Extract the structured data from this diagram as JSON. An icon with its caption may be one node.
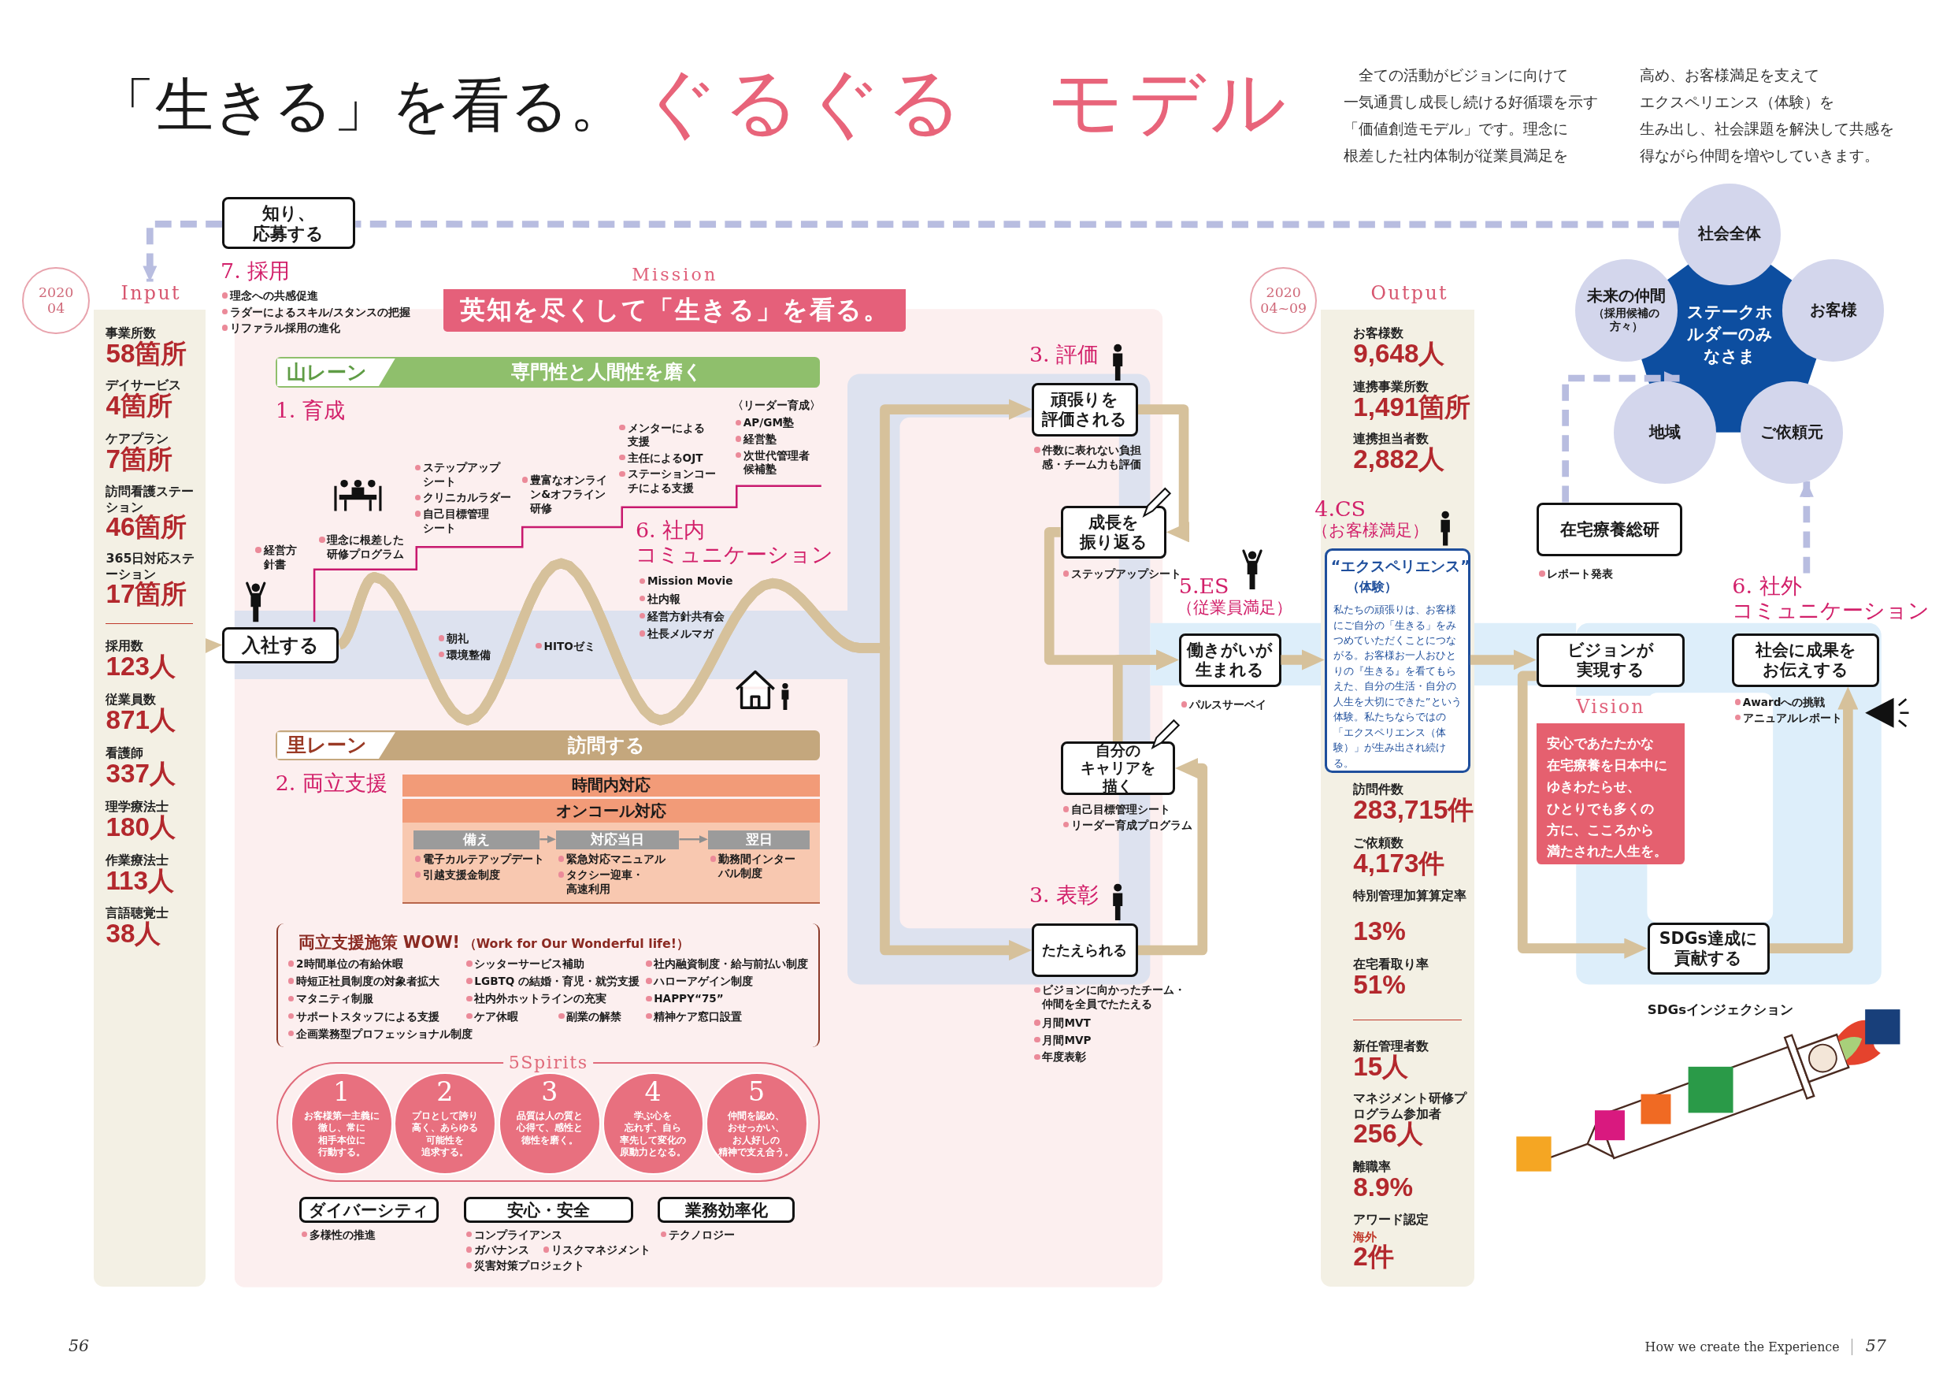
{
  "diagram": {
    "title": "「生きる」を看る。",
    "nodes": [
      {
        "text": [
          "知り、応募する"
        ]
      },
      {
        "text": [
          "Input",
          "事業所数",
          "58箇所",
          "デイサービス",
          "4箇所",
          "ケアプラン",
          "7箇所",
          "訪問看護ステーション",
          "46箇所",
          "365日対応ステーション",
          "17箇所",
          "採用数",
          "123人",
          "従業員数",
          "871人",
          "看護師",
          "337人",
          "理学療法士",
          "180人",
          "作業療法士",
          "113人",
          "言語聴覚士",
          "38人"
        ]
      },
      {
        "text": [
          "2020 04"
        ]
      },
      {
        "text": [
          "Mission",
          "英知を尽くして「生きる」を看る。"
        ]
      },
      {
        "text": [
          "山レーン",
          "専門性と人間性を磨く"
        ]
      },
      {
        "text": [
          "里レーン",
          "訪問する"
        ]
      },
      {
        "text": [
          "時間内対応"
        ]
      },
      {
        "text": [
          "オンコール対応"
        ]
      },
      {
        "text": [
          "備え"
        ],
        "in": 7,
        "beside": [
          "電子カルテアップデート",
          "引越支援金制度"
        ]
      },
      {
        "text": [
          "対応当日"
        ],
        "in": 7,
        "beside": [
          "緊急対応マニュアル",
          "タクシー迎車・高速利用"
        ]
      },
      {
        "text": [
          "翌日"
        ],
        "in": 7,
        "beside": [
          "勤務間インターバル制度"
        ]
      },
      {
        "text": [
          "両立支援施策 WOW!",
          "（Work for Our Wonderful life!）",
          "2時間単位の有給休暇",
          "時短正社員制度の対象者拡大",
          "マタニティ制服",
          "サポートスタッフによる支援",
          "企画業務型プロフェッショナル制度",
          "シッターサービス補助",
          "LGBTQ の結婚・育児・就労支援",
          "社内外ホットラインの充実",
          "ケア休暇",
          "副業の解禁",
          "社内融資制度・給与前払い制度",
          "ハローアゲイン制度",
          "HAPPY“75”",
          "精神ケア窓口設置"
        ]
      },
      {
        "text": [
          "5Spirits"
        ]
      },
      {
        "text": [
          "1",
          "お客様第一主義に徹し、常に相手本位に行動する。"
        ],
        "in": 12
      },
      {
        "text": [
          "2",
          "プロとして誇り高く、あらゆる可能性を追求する。"
        ],
        "in": 12
      },
      {
        "text": [
          "3",
          "品質は人の質と心得て、感性と徳性を磨く。"
        ],
        "in": 12
      },
      {
        "text": [
          "4",
          "学ぶ心を忘れず、自ら率先して変化の原動力となる。"
        ],
        "in": 12
      },
      {
        "text": [
          "5",
          "仲間を認め、おせっかい、お人好しの精神で支え合う。"
        ],
        "in": 12
      },
      {
        "text": [
          "ダイバーシティ"
        ],
        "beside": [
          "多様性の推進"
        ]
      },
      {
        "text": [
          "安心・安全"
        ],
        "beside": [
          "コンプライアンス",
          "ガバナンス",
          "リスクマネジメント",
          "災害対策プロジェクト"
        ]
      },
      {
        "text": [
          "業務効率化"
        ],
        "beside": [
          "テクノロジー"
        ]
      },
      {
        "text": [
          "入社する"
        ]
      },
      {
        "text": [
          "頑張りを評価される"
        ],
        "beside": [
          "件数に表れない負担感・チーム力も評価"
        ]
      },
      {
        "text": [
          "成長を振り返る"
        ],
        "beside": [
          "ステップアップシート"
        ]
      },
      {
        "text": [
          "自分のキャリアを描く"
        ],
        "beside": [
          "自己目標管理シート",
          "リーダー育成プログラム"
        ]
      },
      {
        "text": [
          "たたえられる"
        ],
        "beside": [
          "ビジョンに向かったチーム・仲間を全員でたたえる",
          "月間MVT",
          "月間MVP",
          "年度表彰"
        ]
      },
      {
        "text": [
          "働きがいが生まれる"
        ],
        "beside": [
          "パルスサーベイ"
        ]
      },
      {
        "text": [
          "“エクスペリエンス”",
          "（体験）",
          "私たちの頑張りは、お客様にご自分の「生きる」をみつめていただくことにつながる。お客様お一人おひとりの『生きる』を看てもらえた、自分の生活・自分の人生を大切にできた”という体験。私たちならではの「エクスペリエンス（体験）」が生み出され続ける。"
        ],
        "in": 28
      },
      {
        "text": [
          "Output",
          "お客様数",
          "9,648人",
          "連携事業所数",
          "1,491箇所",
          "連携担当者数",
          "2,882人",
          "訪問件数",
          "283,715件",
          "ご依頼数",
          "4,173件",
          "特別管理加算算定率",
          "13%",
          "在宅看取り率",
          "51%",
          "新任管理者数",
          "15人",
          "マネジメント研修プログラム参加者",
          "256人",
          "離職率",
          "8.9%",
          "アワード認定",
          "海外",
          "2件"
        ]
      },
      {
        "text": [
          "2020 04~09"
        ]
      },
      {
        "text": [
          "在宅療養総研"
        ],
        "beside": [
          "レポート発表"
        ]
      },
      {
        "text": [
          "ビジョンが実現する"
        ]
      },
      {
        "text": [
          "Vision",
          "安心であたたかな在宅療養を日本中にゆきわたらせ、ひとりでも多くの方に、こころから満たされた人生を。"
        ]
      },
      {
        "text": [
          "SDGs達成に貢献する"
        ]
      },
      {
        "text": [
          "社会に成果をお伝えする"
        ],
        "beside": [
          "Awardへの挑戦",
          "アニュアルレポート"
        ]
      },
      {
        "text": [
          "ステークホルダーのみなさま"
        ]
      },
      {
        "text": [
          "社会全体"
        ]
      },
      {
        "text": [
          "お客様"
        ]
      },
      {
        "text": [
          "ご依頼元"
        ]
      },
      {
        "text": [
          "地域"
        ]
      },
      {
        "text": [
          "未来の仲間",
          "（採用候補の方々）"
        ]
      },
      {
        "text": [
          "6. 社外",
          "コミュニケーション"
        ]
      }
    ],
    "edges": [
      {
        "from": 36,
        "to": 0,
        "arrow": "none",
        "style": "dashed",
        "color": "#b8bde0"
      },
      {
        "from": 0,
        "to": 1,
        "arrow": "to",
        "style": "dashed",
        "color": "#b8bde0"
      },
      {
        "from": 1,
        "to": 21,
        "arrow": "to"
      },
      {
        "from": 21,
        "to": 22,
        "arrow": "to"
      },
      {
        "from": 21,
        "to": 25,
        "arrow": "to"
      },
      {
        "from": 22,
        "to": 23,
        "arrow": "to"
      },
      {
        "from": 23,
        "to": 26,
        "arrow": "to"
      },
      {
        "from": 24,
        "to": 26,
        "arrow": "to"
      },
      {
        "from": 25,
        "to": 24,
        "arrow": "to"
      },
      {
        "from": 26,
        "to": 27,
        "arrow": "to"
      },
      {
        "from": 27,
        "to": 31,
        "arrow": "to"
      },
      {
        "from": 31,
        "to": 33,
        "arrow": "to"
      },
      {
        "from": 33,
        "to": 34,
        "arrow": "to"
      },
      {
        "from": 41,
        "to": 38,
        "arrow": "to",
        "style": "dashed",
        "color": "#b8bde0"
      },
      {
        "from": 30,
        "to": 35,
        "arrow": "to",
        "style": "dashed",
        "color": "#b8bde0"
      },
      {
        "from": 8,
        "to": 9,
        "arrow": "to",
        "color": "#8f8f8f"
      },
      {
        "from": 9,
        "to": 10,
        "arrow": "to",
        "color": "#8f8f8f"
      }
    ],
    "labels": [
      "ぐるぐる　モデル",
      "全ての活動がビジョンに向けて一気通貫し成長し続ける好循環を示す「価値創造モデル」です。理念に根差した社内体制が従業員満足を高め、お客様満足を支えてエクスペリエンス（体験）を生み出し、社会課題を解決して共感を得ながら仲間を増やしていきます。",
      "7. 採用",
      "理念への共感促進",
      "ラダーによるスキル/スタンスの把握",
      "リファラル採用の進化",
      "1. 育成",
      "経営方針書",
      "理念に根差した研修プログラム",
      "ステップアップシート",
      "クリニカルラダー",
      "自己目標管理シート",
      "豊富なオンライン&オフライン研修",
      "メンターによる支援",
      "主任によるOJT",
      "ステーションコーチによる支援",
      "〈リーダー育成〉",
      "AP/GM塾",
      "経営塾",
      "次世代管理者候補塾",
      "6. 社内",
      "コミュニケーション",
      "Mission Movie",
      "社内報",
      "経営方針共有会",
      "社長メルマガ",
      "朝礼",
      "環境整備",
      "HITOゼミ",
      "2. 両立支援",
      "3. 評価",
      "3. 表彰",
      "5.ES",
      "（従業員満足）",
      "4.CS",
      "（お客様満足）",
      "SDGsインジェクション",
      "56",
      "How we create the Experience",
      "57"
    ]
  }
}
